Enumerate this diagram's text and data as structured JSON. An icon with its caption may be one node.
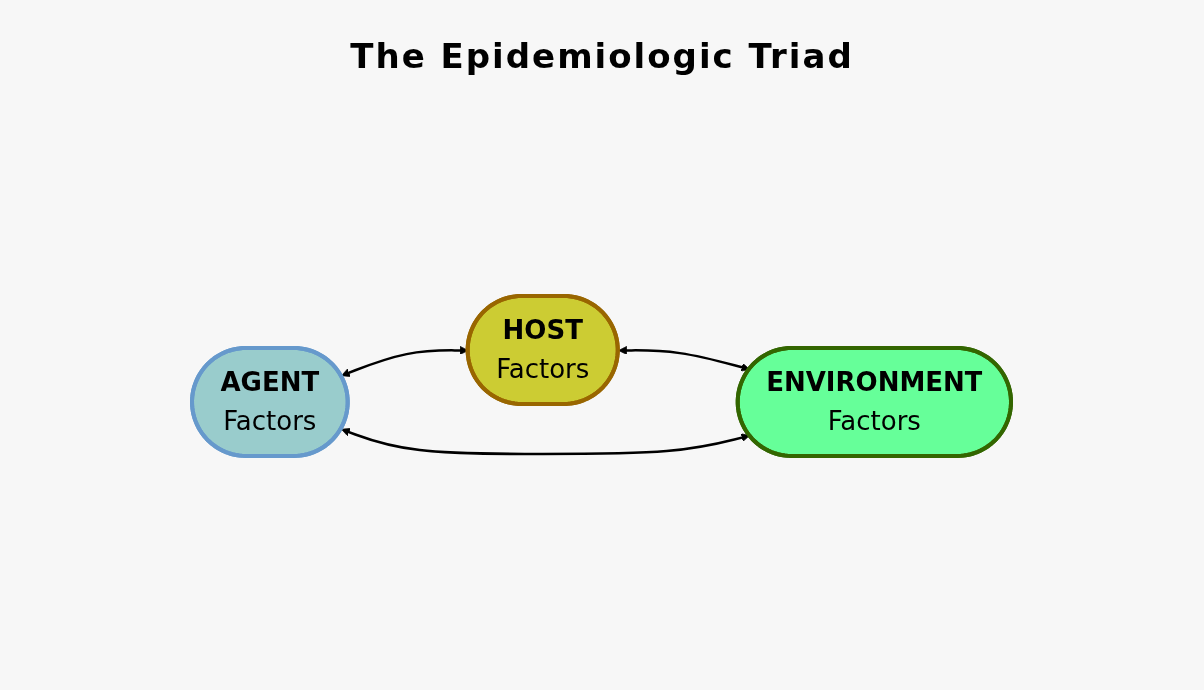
{
  "diagram": {
    "title": "The Epidemiologic Triad",
    "nodes": [
      {
        "text": [
          "HOST",
          "Factors"
        ]
      },
      {
        "text": [
          "AGENT",
          "Factors"
        ]
      },
      {
        "text": [
          "ENVIRONMENT",
          "Factors"
        ]
      }
    ],
    "edges": [
      {
        "from": 1,
        "to": 0,
        "arrow": "both"
      },
      {
        "from": 0,
        "to": 2,
        "arrow": "both"
      },
      {
        "from": 1,
        "to": 2,
        "arrow": "both"
      }
    ]
  }
}
